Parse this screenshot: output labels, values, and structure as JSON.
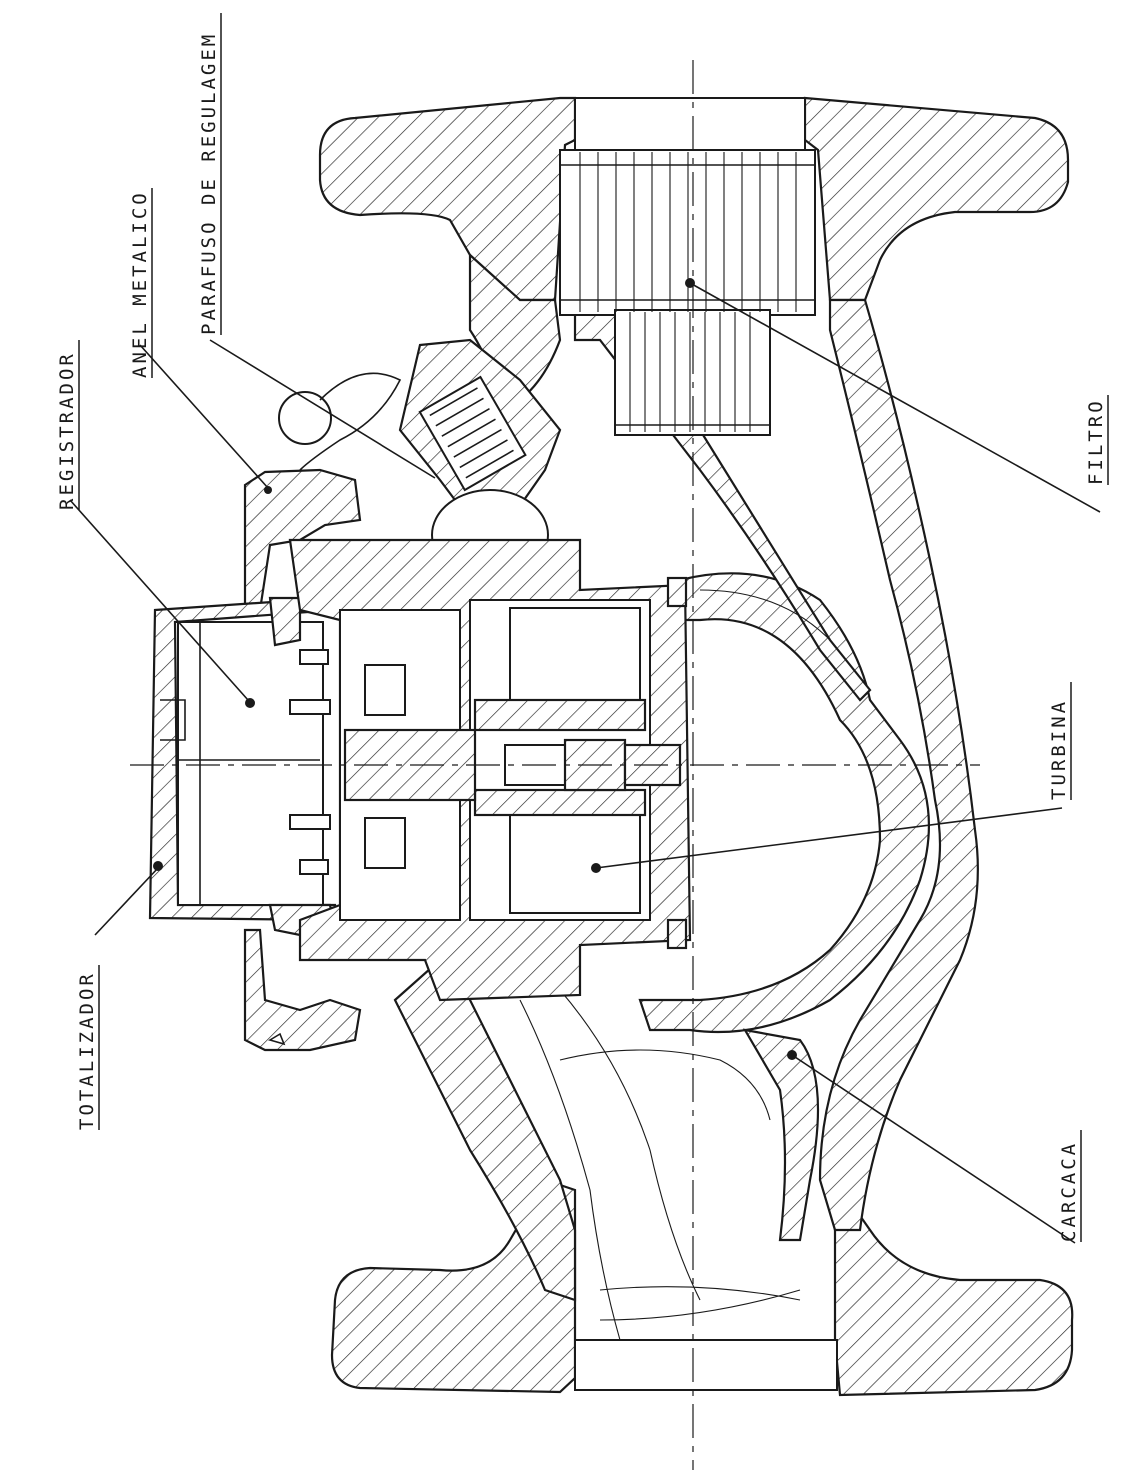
{
  "labels": {
    "totalizador": "TOTALIZADOR",
    "registrador": "REGISTRADOR",
    "anel_metalico": "ANEL METALICO",
    "parafuso_de_regulagem": "PARAFUSO DE REGULAGEM",
    "filtro": "FILTRO",
    "turbina": "TURBINA",
    "carcaca": "CARCACA"
  }
}
